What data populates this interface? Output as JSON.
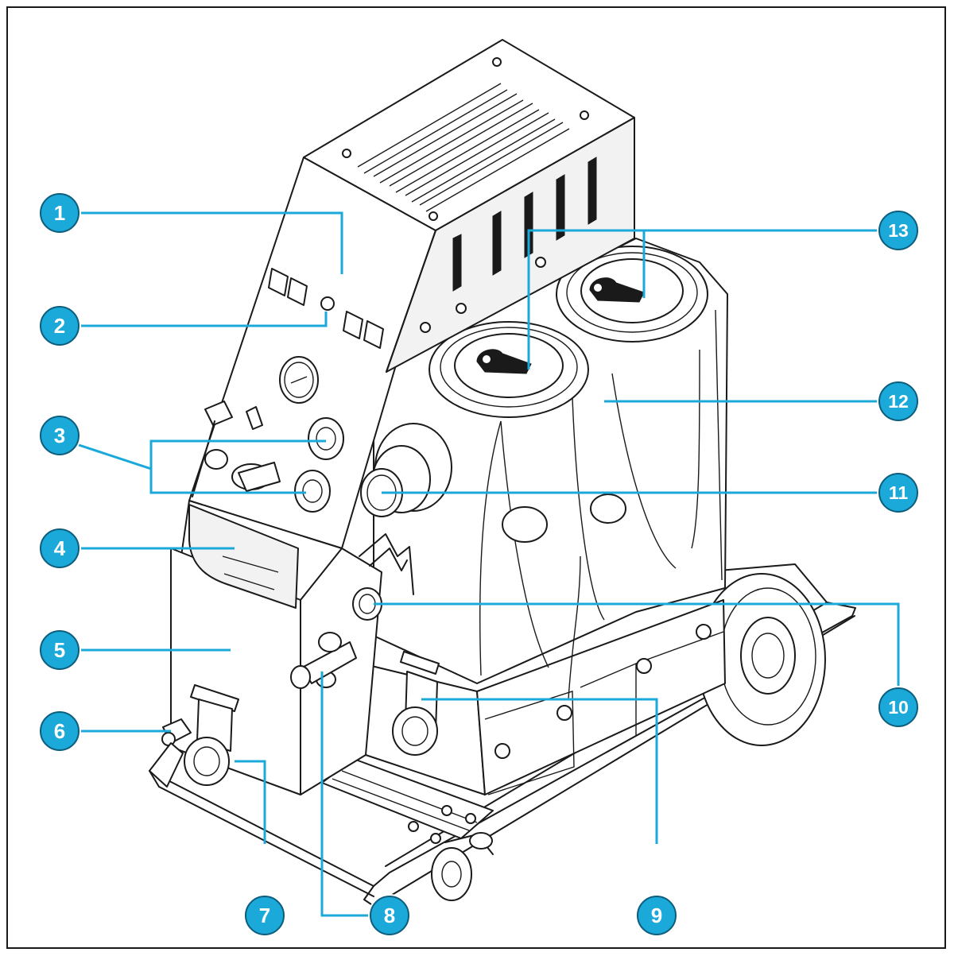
{
  "callouts": [
    {
      "id": "1",
      "label": "1"
    },
    {
      "id": "2",
      "label": "2"
    },
    {
      "id": "3",
      "label": "3"
    },
    {
      "id": "4",
      "label": "4"
    },
    {
      "id": "5",
      "label": "5"
    },
    {
      "id": "6",
      "label": "6"
    },
    {
      "id": "7",
      "label": "7"
    },
    {
      "id": "8",
      "label": "8"
    },
    {
      "id": "9",
      "label": "9"
    },
    {
      "id": "10",
      "label": "10"
    },
    {
      "id": "11",
      "label": "11"
    },
    {
      "id": "12",
      "label": "12"
    },
    {
      "id": "13",
      "label": "13"
    }
  ],
  "colors": {
    "callout": "#1ba9d9",
    "line_art": "#1a1a1a",
    "background": "#ffffff"
  }
}
